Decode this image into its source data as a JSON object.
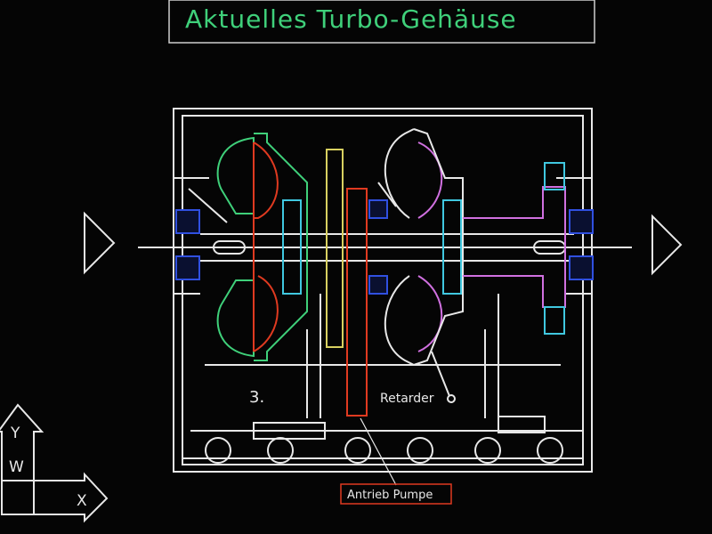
{
  "title": "Aktuelles Turbo-Gehäuse",
  "labels": {
    "stage": "3.",
    "retarder": "Retarder",
    "drive_pump": "Antrieb Pumpe"
  },
  "ucs_icon": {
    "y": "Y",
    "w": "W",
    "x": "X"
  },
  "colors": {
    "background": "#050505",
    "lines": "#e8e8e8",
    "title": "#3fd07a",
    "highlight": "#e03a20",
    "pump": "#3fd07a",
    "retarder": "#d070e0"
  }
}
